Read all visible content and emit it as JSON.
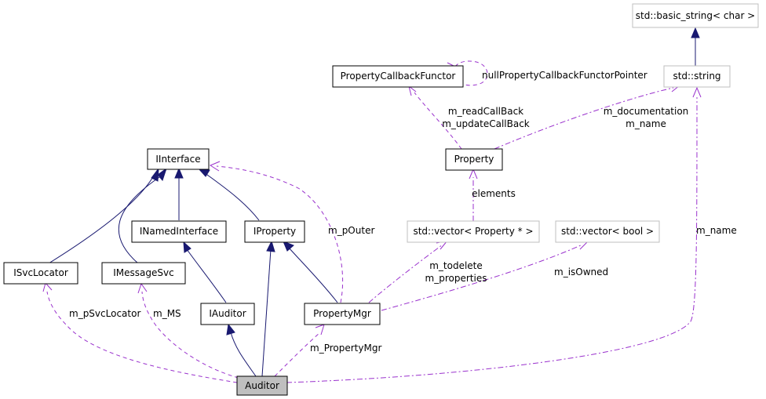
{
  "nodes": {
    "basic_string": "std::basic_string< char >",
    "string": "std::string",
    "callback_functor": "PropertyCallbackFunctor",
    "property": "Property",
    "iinterface": "IInterface",
    "inamed_interface": "INamedInterface",
    "iproperty": "IProperty",
    "vector_property": "std::vector< Property * >",
    "vector_bool": "std::vector< bool >",
    "isvc_locator": "ISvcLocator",
    "imessage_svc": "IMessageSvc",
    "iauditor": "IAuditor",
    "property_mgr": "PropertyMgr",
    "auditor": "Auditor"
  },
  "edge_labels": {
    "null_callback_pointer": "nullPropertyCallbackFunctorPointer",
    "read_callback": "m_readCallBack",
    "update_callback": "m_updateCallBack",
    "documentation": "m_documentation",
    "prop_name": "m_name",
    "elements": "elements",
    "p_outer": "m_pOuter",
    "todelete": "m_todelete",
    "properties": "m_properties",
    "is_owned": "m_isOwned",
    "auditor_name": "m_name",
    "p_svc_locator": "m_pSvcLocator",
    "ms": "m_MS",
    "property_mgr": "m_PropertyMgr"
  },
  "colors": {
    "inheritance_edge": "#191970",
    "usage_edge": "#9a32cd",
    "external_box_border": "#bfbfbf",
    "focus_node_fill": "#bfbfbf"
  }
}
